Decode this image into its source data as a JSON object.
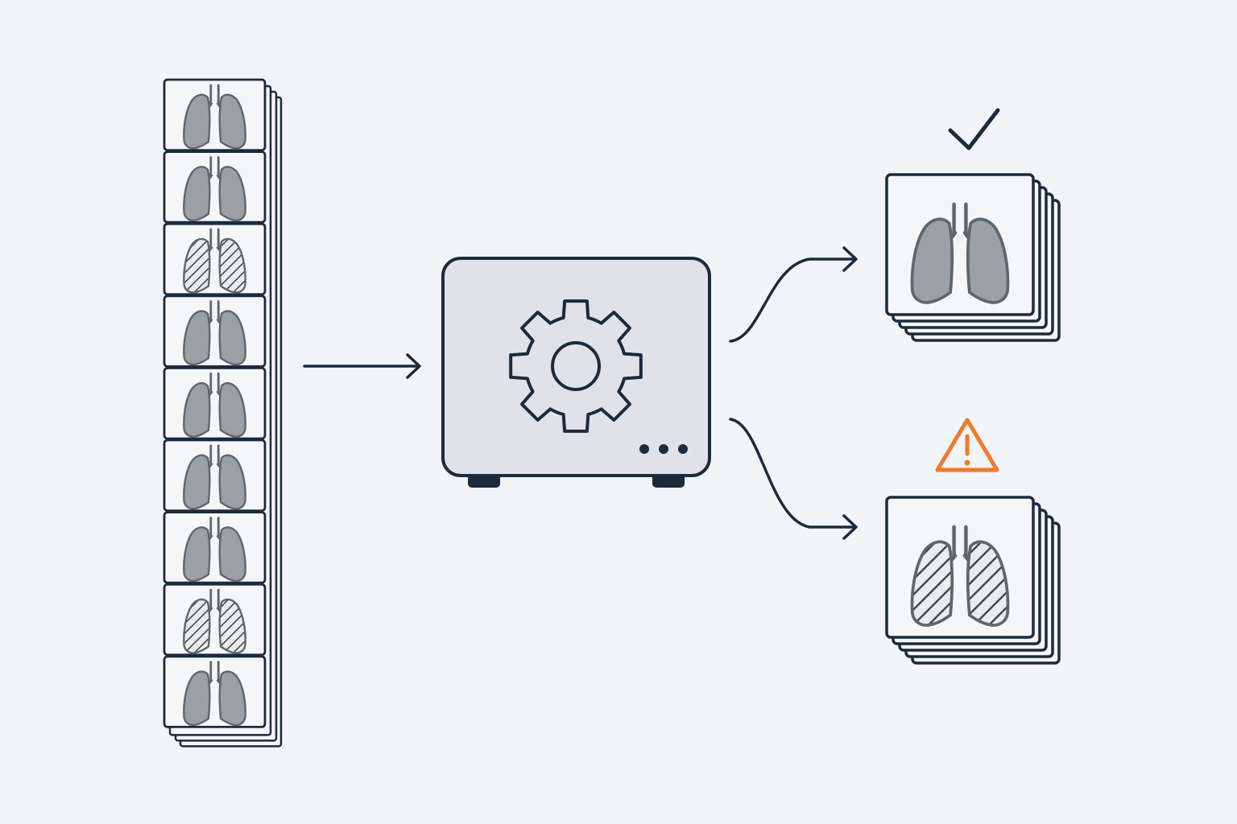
{
  "colors": {
    "background": "#f1f4f8",
    "ink": "#1d2a3a",
    "card_fill": "#f4f6f9",
    "lung_fill": "#9aa0a6",
    "lung_stroke": "#5f656c",
    "machine_fill": "#dfe3e9",
    "warning": "#f07a2b"
  },
  "input_stack": {
    "slides": [
      {
        "condition": "normal"
      },
      {
        "condition": "normal"
      },
      {
        "condition": "abnormal"
      },
      {
        "condition": "normal"
      },
      {
        "condition": "normal"
      },
      {
        "condition": "normal"
      },
      {
        "condition": "normal"
      },
      {
        "condition": "abnormal"
      },
      {
        "condition": "normal"
      }
    ]
  },
  "processor": {
    "icon": "gear-icon",
    "indicator_dots": 3
  },
  "outputs": [
    {
      "status_icon": "checkmark-icon",
      "condition": "normal"
    },
    {
      "status_icon": "warning-icon",
      "condition": "abnormal"
    }
  ]
}
